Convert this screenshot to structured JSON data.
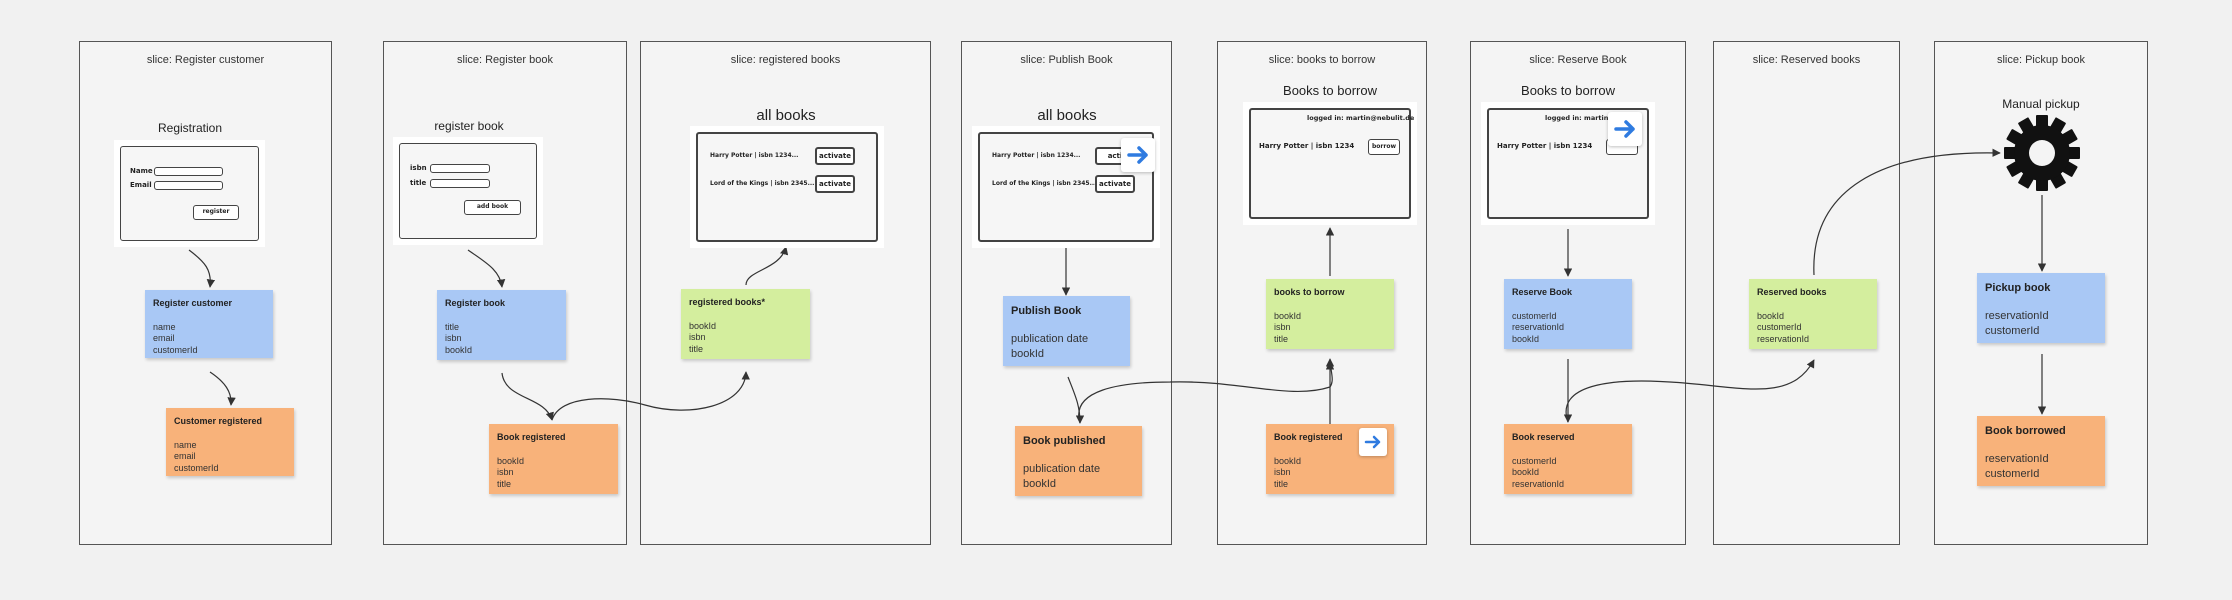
{
  "slices": [
    {
      "title": "slice: Register customer"
    },
    {
      "title": "slice: Register book"
    },
    {
      "title": "slice: registered books"
    },
    {
      "title": "slice: Publish Book"
    },
    {
      "title": "slice: books to borrow"
    },
    {
      "title": "slice: Reserve Book"
    },
    {
      "title": "slice: Reserved books"
    },
    {
      "title": "slice: Pickup book"
    }
  ],
  "wireframes": {
    "registration": {
      "title": "Registration",
      "name_label": "Name",
      "email_label": "Email",
      "button": "register"
    },
    "register_book": {
      "title": "register book",
      "isbn_label": "isbn",
      "title_label": "title",
      "button": "add book"
    },
    "all_books_1": {
      "title": "all books",
      "row1": "Harry Potter | isbn 1234...",
      "row2": "Lord of the Kings | isbn 2345...",
      "button1": "activate",
      "button2": "activate"
    },
    "all_books_2": {
      "title": "all books",
      "row1": "Harry Potter | isbn 1234...",
      "row2": "Lord of the Kings | isbn 2345...",
      "button1": "acti",
      "button2": "activate"
    },
    "books_to_borrow_1": {
      "title": "Books to borrow",
      "logged_in": "logged in: martin@nebulit.de",
      "row1": "Harry Potter | isbn 1234",
      "button": "borrow"
    },
    "books_to_borrow_2": {
      "title": "Books to borrow",
      "logged_in": "logged in: martin",
      "row1": "Harry Potter | isbn 1234"
    },
    "manual_pickup": {
      "title": "Manual pickup",
      "icon": "gear-icon"
    }
  },
  "stickies": {
    "register_customer": {
      "title": "Register customer",
      "lines": [
        "name",
        "email",
        "customerId"
      ]
    },
    "customer_registered": {
      "title": "Customer registered",
      "lines": [
        "name",
        "email",
        "customerId"
      ]
    },
    "register_book": {
      "title": "Register book",
      "lines": [
        "title",
        "isbn",
        "bookId"
      ]
    },
    "book_registered_1": {
      "title": "Book registered",
      "lines": [
        "bookId",
        "isbn",
        "title"
      ]
    },
    "registered_books": {
      "title": "registered books*",
      "lines": [
        "bookId",
        "isbn",
        "title"
      ]
    },
    "publish_book": {
      "title": "Publish Book",
      "lines": [
        "publication date",
        "bookId"
      ]
    },
    "book_published": {
      "title": "Book published",
      "lines": [
        "publication date",
        "bookId"
      ]
    },
    "books_to_borrow": {
      "title": "books to borrow",
      "lines": [
        "bookId",
        "isbn",
        "title"
      ]
    },
    "book_registered_2": {
      "title": "Book registered",
      "lines": [
        "bookId",
        "isbn",
        "title"
      ]
    },
    "reserve_book": {
      "title": "Reserve Book",
      "lines": [
        "customerId",
        "reservationId",
        "bookId"
      ]
    },
    "book_reserved": {
      "title": "Book reserved",
      "lines": [
        "customerId",
        "bookId",
        "reservationId"
      ]
    },
    "reserved_books": {
      "title": "Reserved books",
      "lines": [
        "bookId",
        "customerId",
        "reservationId"
      ]
    },
    "pickup_book": {
      "title": "Pickup book",
      "lines": [
        "reservationId",
        "customerId"
      ]
    },
    "book_borrowed": {
      "title": "Book borrowed",
      "lines": [
        "reservationId",
        "customerId"
      ]
    }
  },
  "colors": {
    "command": "#a9c8f5",
    "event": "#f8b27a",
    "read_model": "#d4ee9e",
    "link_arrow": "#2f7be0"
  }
}
